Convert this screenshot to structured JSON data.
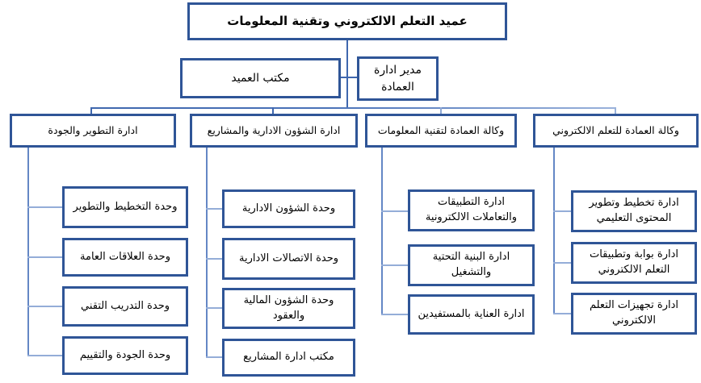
{
  "org_chart": {
    "root": {
      "label": "عميد التعلم الالكتروني وتقنية المعلومات"
    },
    "staff": [
      {
        "label": "مكتب العميد"
      },
      {
        "label": "مدير ادارة العمادة"
      }
    ],
    "departments": [
      {
        "label": "ادارة التطوير والجودة",
        "children": [
          "وحدة التخطيط والتطوير",
          "وحدة العلاقات العامة",
          "وحدة التدريب التقني",
          "وحدة الجودة والتقييم"
        ]
      },
      {
        "label": "ادارة الشؤون الادارية والمشاريع",
        "children": [
          "وحدة الشؤون الادارية",
          "وحدة الاتصالات الادارية",
          "وحدة الشؤون المالية والعقود",
          "مكتب ادارة المشاريع"
        ]
      },
      {
        "label": "وكالة العمادة لتقنية المعلومات",
        "children": [
          "ادارة التطبيقات والتعاملات الالكترونية",
          "ادارة البنية التحتية والتشغيل",
          "ادارة العناية بالمستفيدين"
        ]
      },
      {
        "label": "وكالة العمادة للتعلم الالكتروني",
        "children": [
          "ادارة تخطيط وتطوير المحتوى التعليمي",
          "ادارة بوابة وتطبيقات التعلم الالكتروني",
          "ادارة تجهيزات التعلم الالكتروني"
        ]
      }
    ],
    "note_order": "departments listed left-to-right as displayed",
    "colors": {
      "box_border": "#2F5597",
      "connector_dark": "#3F67AE",
      "connector_rail": "#6487C5",
      "connector_stub": "#94ADD8",
      "background": "#FFFFFF",
      "text": "#000000"
    }
  }
}
